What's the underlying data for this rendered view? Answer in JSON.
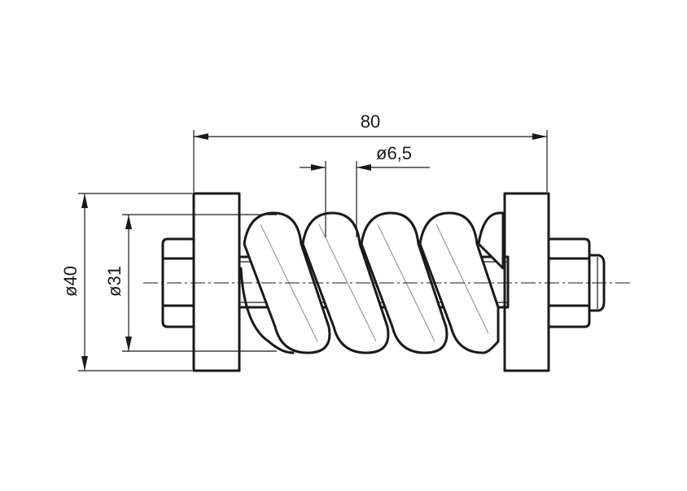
{
  "dimensions": {
    "overall_length": "80",
    "wire_diameter": "ø6,5",
    "washer_diameter": "ø40",
    "spring_diameter": "ø31"
  }
}
